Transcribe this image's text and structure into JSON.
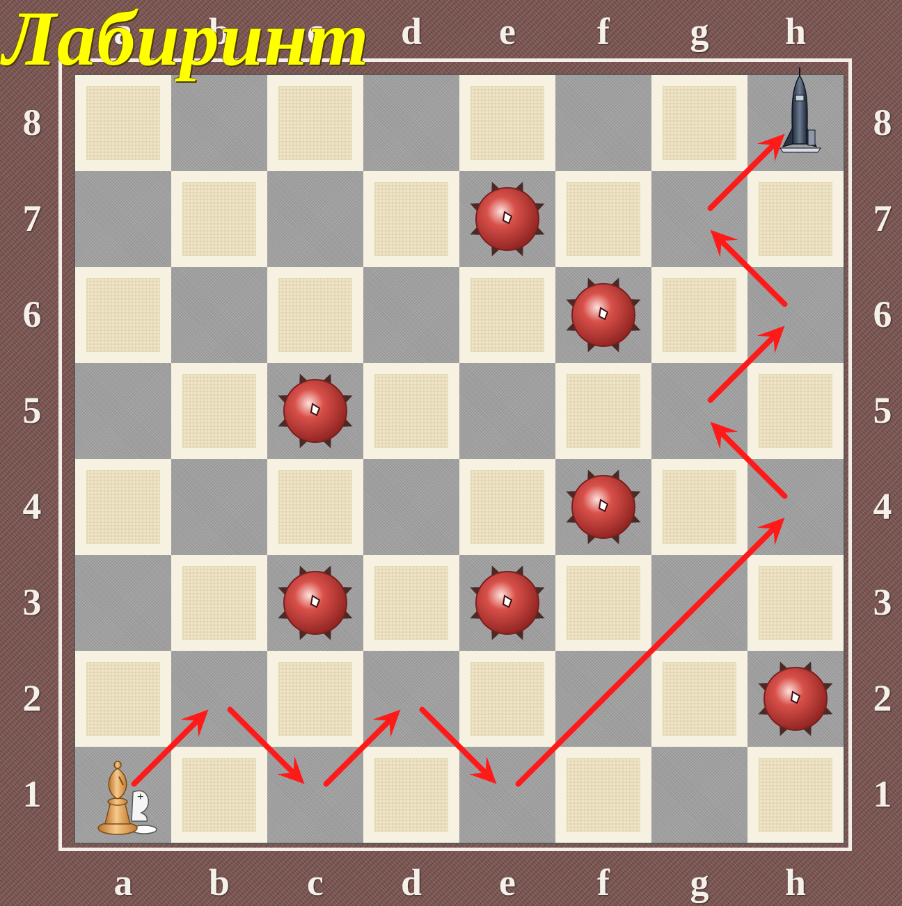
{
  "title": "Лабиринт",
  "files": [
    "a",
    "b",
    "c",
    "d",
    "e",
    "f",
    "g",
    "h"
  ],
  "ranks": [
    "8",
    "7",
    "6",
    "5",
    "4",
    "3",
    "2",
    "1"
  ],
  "colors": {
    "arrow": "#ff1a1a",
    "mine": "#d9504a",
    "title": "#ffff00"
  },
  "pieces": [
    {
      "name": "white-bishop-icon",
      "square": "a1"
    },
    {
      "name": "rocket-icon",
      "square": "h8"
    }
  ],
  "mines": [
    "e7",
    "f6",
    "c5",
    "f4",
    "c3",
    "e3",
    "h2"
  ],
  "path": [
    "a1",
    "b2",
    "c1",
    "d2",
    "e1",
    "h4",
    "g5",
    "h6",
    "g7",
    "h8"
  ]
}
